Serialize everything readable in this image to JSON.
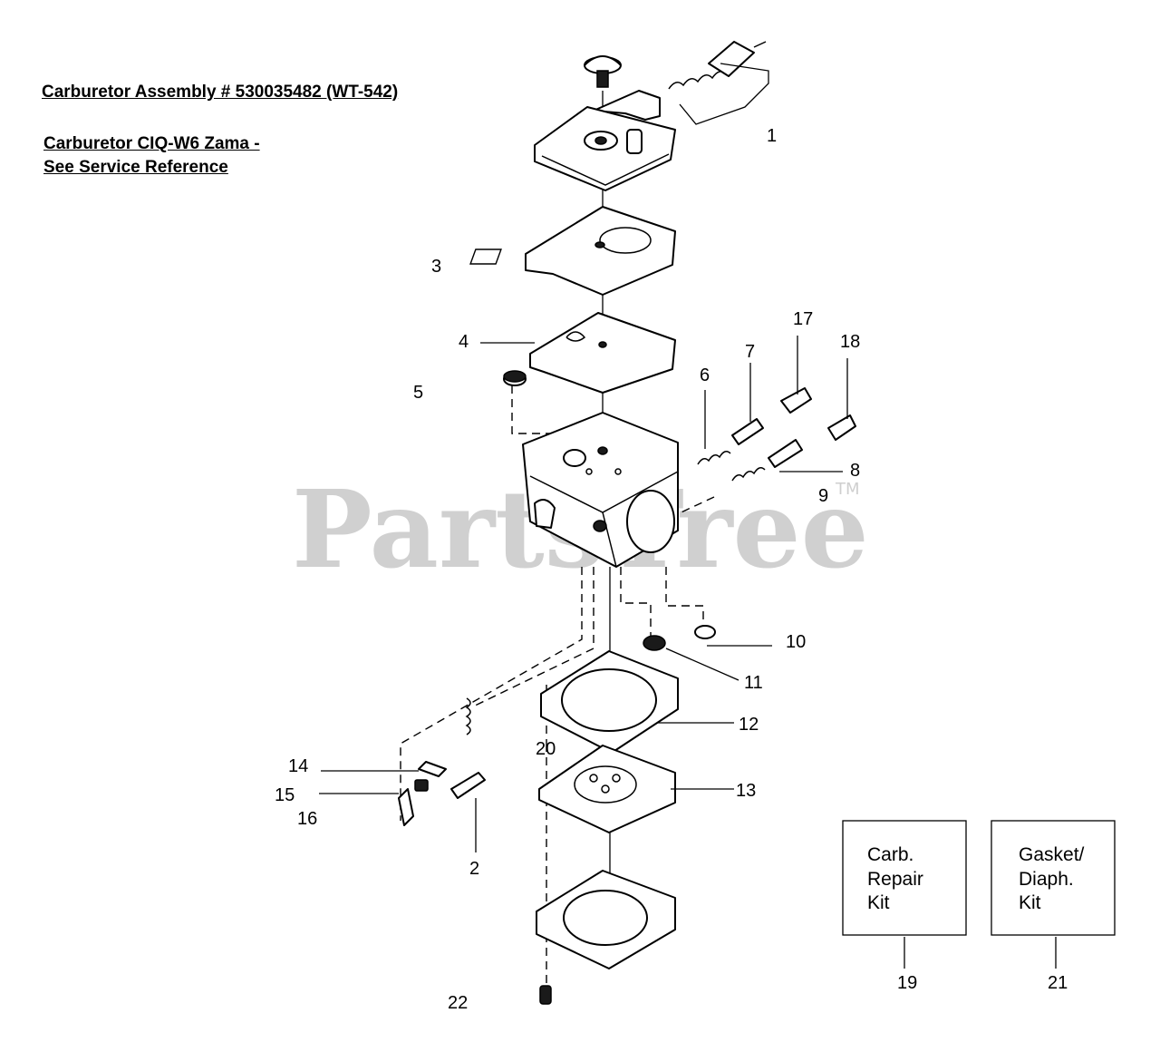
{
  "header": {
    "assembly_title": "Carburetor Assembly # 530035482 (WT-542)",
    "carb_line1": "Carburetor CIQ-W6 Zama -",
    "carb_line2": "See Service Reference"
  },
  "watermark": {
    "text": "PartsTree",
    "tm": "TM"
  },
  "callouts": [
    "1",
    "2",
    "3",
    "4",
    "5",
    "6",
    "7",
    "8",
    "9",
    "10",
    "11",
    "12",
    "13",
    "14",
    "15",
    "16",
    "17",
    "18",
    "19",
    "20",
    "21",
    "22"
  ],
  "kits": [
    {
      "lines": [
        "Carb.",
        "Repair",
        "Kit"
      ],
      "ref": "19"
    },
    {
      "lines": [
        "Gasket/",
        "Diaph.",
        "Kit"
      ],
      "ref": "21"
    }
  ]
}
